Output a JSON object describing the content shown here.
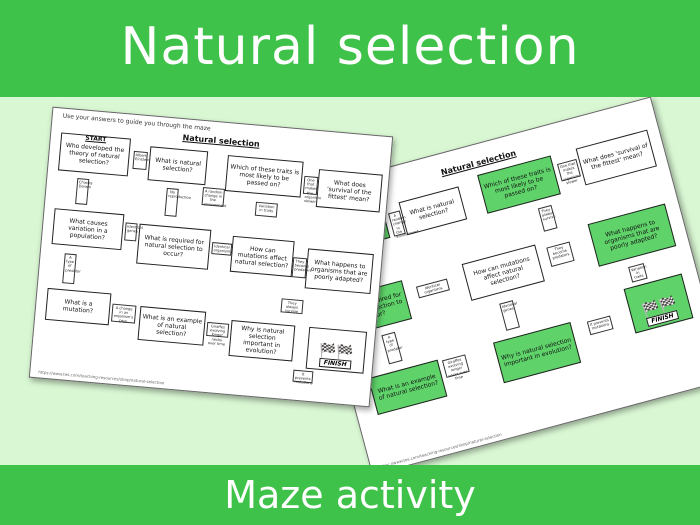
{
  "banner_top": "Natural selection",
  "banner_bottom": "Maze activity",
  "sheet": {
    "instructions": "Use your answers to guide you through the maze",
    "title": "Natural selection",
    "start": "START",
    "finish": "FINISH",
    "url": "https://www.tes.com/teaching-resources/shop/natural-selection"
  },
  "questions": {
    "q1": "Who developed the theory of natural selection?",
    "q2": "What is natural selection?",
    "q3": "Which of these traits is most likely to be passed on?",
    "q4": "What does 'survival of the fittest' mean?",
    "q5": "What causes variation in a population?",
    "q6": "What is required for natural selection to occur?",
    "q7": "How can mutations affect natural selection?",
    "q8": "What happens to organisms that are poorly adapted?",
    "q9": "What is a mutation?",
    "q10": "What is an example of natural selection?",
    "q11": "Why is natural selection important in evolution?"
  },
  "answers": {
    "a1": "Albert Einstein",
    "a2": "Charles Darwin",
    "a3": "A random change in the environment",
    "a4": "Variation in traits",
    "a5": "Identical genes",
    "a6": "Identical organisms",
    "a7": "They become predators",
    "a8": "They always survive",
    "a9": "It prevents mutations",
    "a10": "A change in an organism's DNA",
    "a11": "A type of predator",
    "a12": "One that makes the organism slower",
    "a13": "No reproduction",
    "a14": "Giraffes evolving longer necks over time"
  }
}
